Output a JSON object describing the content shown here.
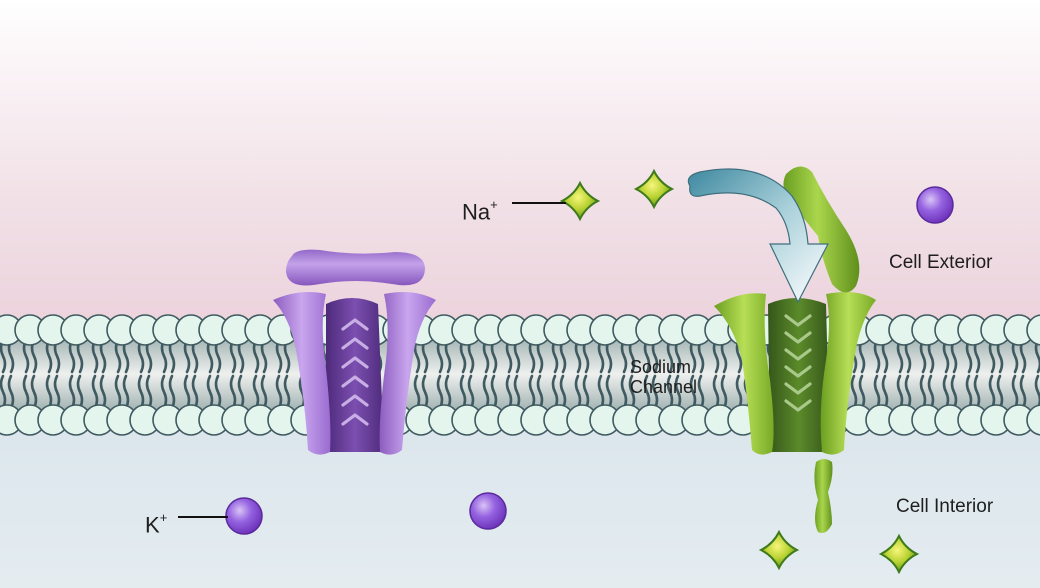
{
  "labels": {
    "sodium_ion": {
      "symbol": "Na",
      "charge": "+"
    },
    "potassium_ion": {
      "symbol": "K",
      "charge": "+"
    },
    "cell_exterior": "Cell Exterior",
    "cell_interior": "Cell Interior",
    "sodium_channel_line1": "Sodium",
    "sodium_channel_line2": "Channel"
  },
  "colors": {
    "exterior": "#f0dfe6",
    "interior": "#dfe8ee",
    "lipid_head": "#e3f5ec",
    "lipid_outline": "#3f5a60",
    "potassium_channel": "#9b6cc8",
    "sodium_channel": "#7fb530",
    "sodium_ion": "#d8e43a",
    "potassium_ion": "#8a52d6",
    "arrow": "#5f9fb2"
  },
  "icons": {
    "sodium_ion": "green-diamond-ion",
    "potassium_ion": "purple-sphere-ion",
    "flow_arrow": "curved-arrow"
  }
}
